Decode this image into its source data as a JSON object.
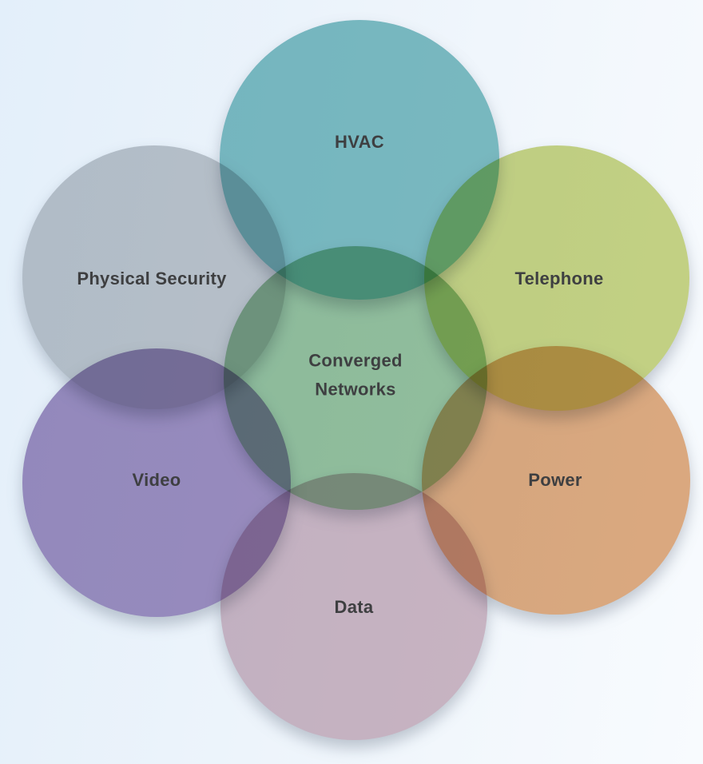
{
  "diagram": {
    "type": "venn-flower",
    "title": "Converged Networks",
    "label_text_color": "#3E3F41",
    "background_gradient": [
      "#E3EFFA",
      "#F8FBFE"
    ],
    "center_circle": {
      "label": "Converged Networks",
      "color": "#99C49E"
    },
    "ring_circles": [
      {
        "label": "HVAC",
        "color": "#80BFC2",
        "position": "top"
      },
      {
        "label": "Telephone",
        "color": "#CAD584",
        "position": "upper-right"
      },
      {
        "label": "Power",
        "color": "#E2AC80",
        "position": "lower-right"
      },
      {
        "label": "Data",
        "color": "#D2B9C4",
        "position": "bottom"
      },
      {
        "label": "Video",
        "color": "#A391C0",
        "position": "lower-left"
      },
      {
        "label": "Physical Security",
        "color": "#C5C8CB",
        "position": "upper-left"
      }
    ]
  }
}
